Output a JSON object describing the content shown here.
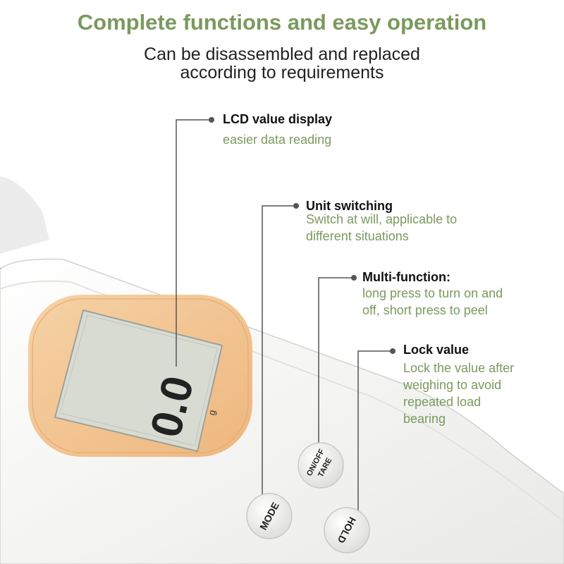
{
  "header": {
    "title": "Complete functions and easy operation",
    "subtitle_lines": [
      "Can be disassembled and replaced",
      "according to requirements"
    ]
  },
  "callouts": [
    {
      "title": "LCD value display",
      "lines": [
        "easier data reading"
      ]
    },
    {
      "title": "Unit switching",
      "lines": [
        "Switch at will, applicable to",
        "different situations"
      ]
    },
    {
      "title": "Multi-function:",
      "lines": [
        "long press to turn on and",
        "off, short press to peel"
      ]
    },
    {
      "title": "Lock value",
      "lines": [
        "Lock the value after",
        "weighing to avoid",
        "repeated load",
        "bearing"
      ]
    }
  ],
  "device": {
    "display_value": "0.0",
    "unit": "g",
    "buttons": {
      "mode": "MODE",
      "on_off": "ON/OFF",
      "tare": "TARE",
      "hold": "HOLD"
    }
  },
  "colors": {
    "accent_green": "#7a9a5e",
    "lcd_frame": "#f2c48f",
    "lcd_screen": "#d8dbd2",
    "body": "#f4f4f2"
  }
}
